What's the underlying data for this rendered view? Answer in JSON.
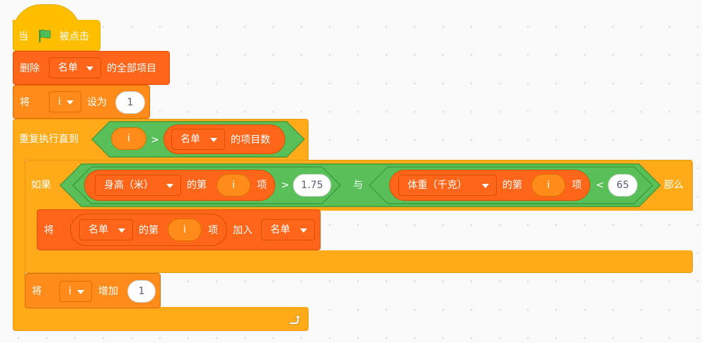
{
  "script": {
    "when_flag": {
      "prefix": "当",
      "suffix": "被点击",
      "icon": "green-flag-icon"
    },
    "delete_all": {
      "prefix": "删除",
      "list": "名单",
      "suffix": "的全部项目"
    },
    "set_var": {
      "prefix": "将",
      "variable": "i",
      "middle": "设为",
      "value": "1"
    },
    "repeat_until": {
      "label": "重复执行直到",
      "condition": {
        "left": "i",
        "operator": ">",
        "list": "名单",
        "list_suffix": "的项目数"
      }
    },
    "if_block": {
      "prefix": "如果",
      "suffix": "那么",
      "and_label": "与",
      "left": {
        "list": "身高（米）",
        "item_of": "的第",
        "index": "i",
        "item_suffix": "项",
        "operator": ">",
        "value": "1.75"
      },
      "right": {
        "list": "体重（千克）",
        "item_of": "的第",
        "index": "i",
        "item_suffix": "项",
        "operator": "<",
        "value": "65"
      }
    },
    "add_to_list": {
      "prefix": "将",
      "source_list": "名单",
      "item_of": "的第",
      "index": "i",
      "item_suffix": "项",
      "middle": "加入",
      "target_list": "名单"
    },
    "change_var": {
      "prefix": "将",
      "variable": "i",
      "middle": "增加",
      "value": "1"
    },
    "loop_icon": "loop-arrow-icon"
  },
  "colors": {
    "events": "#ffbf00",
    "control": "#ffab19",
    "variables": "#ff8c1a",
    "lists": "#ff661a",
    "operators": "#59c059",
    "flag": "#4cbf56"
  }
}
